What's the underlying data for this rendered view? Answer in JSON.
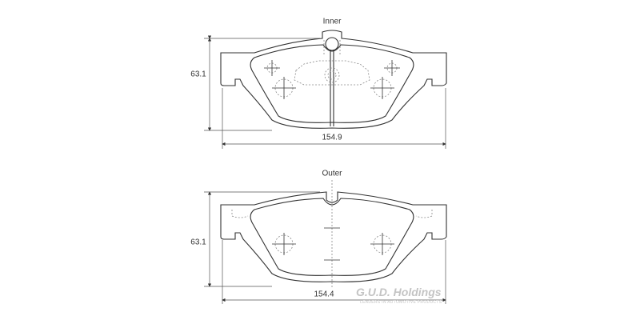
{
  "views": [
    {
      "title": "Inner",
      "height_dim": "63.1",
      "width_dim": "154.9"
    },
    {
      "title": "Outer",
      "height_dim": "63.1",
      "width_dim": "154.4"
    }
  ],
  "watermark": {
    "brand": "G.U.D. Holdings",
    "tagline": "LEADERS IN AUTOMOTIVE PRODUCTS"
  },
  "colors": {
    "line": "#333333",
    "dashed": "#888888",
    "watermark": "#c4c4c4"
  }
}
